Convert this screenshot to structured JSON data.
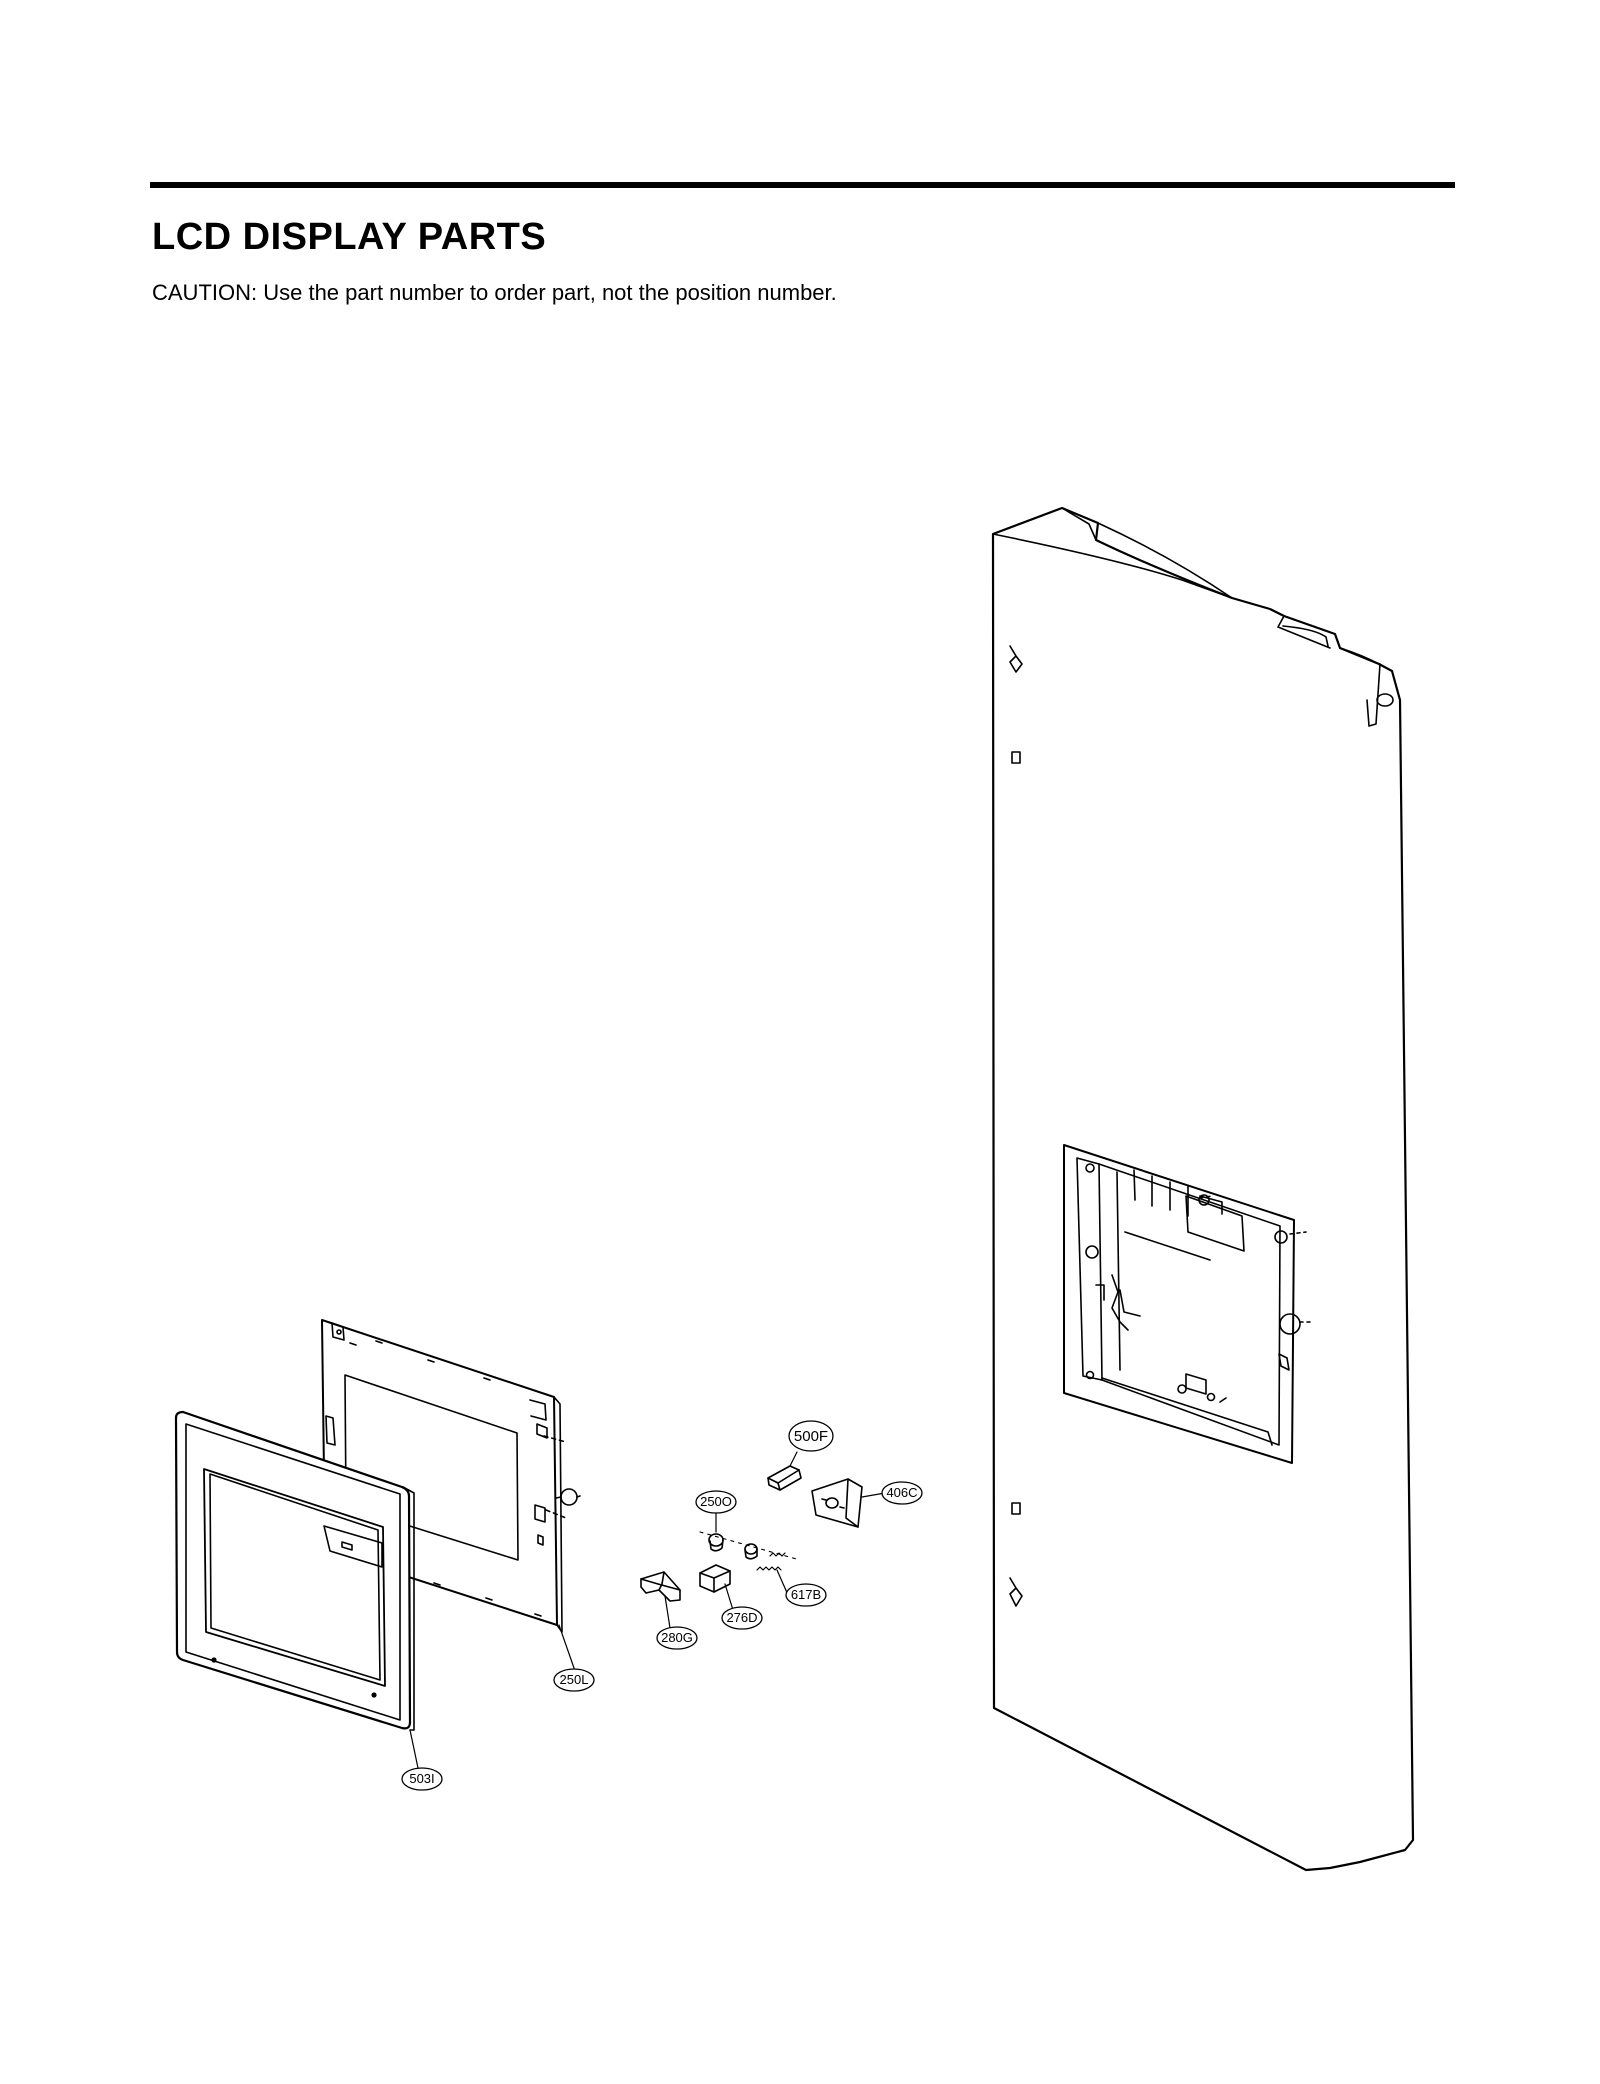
{
  "page": {
    "title": "LCD DISPLAY PARTS",
    "caution": "CAUTION: Use the part number to order part, not the position number."
  },
  "callouts": {
    "c500F": "500F",
    "c406C": "406C",
    "c250O": "250O",
    "c617B": "617B",
    "c276D": "276D",
    "c280G": "280G",
    "c250L": "250L",
    "c503I": "503I"
  }
}
